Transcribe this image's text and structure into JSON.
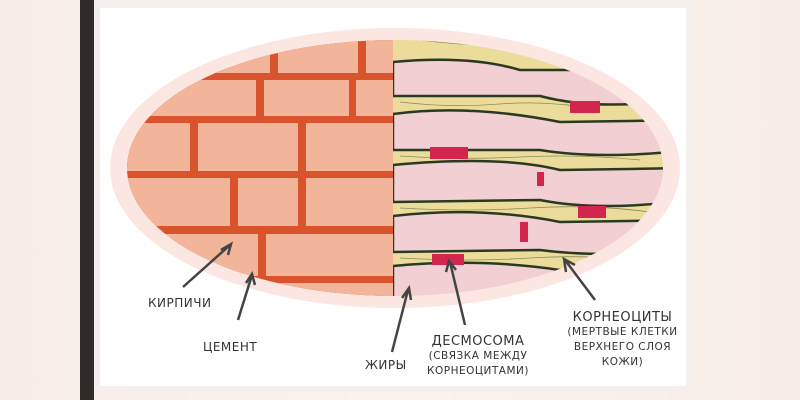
{
  "labels": {
    "bricks": "КИРПИЧИ",
    "cement": "ЦЕМЕНТ",
    "lipids": "ЖИРЫ",
    "desmosome": "ДЕСМОСОМА",
    "desmosome_note": "(СВЯЗКА МЕЖДУ КОРНЕОЦИТАМИ)",
    "corneocytes": "КОРНЕОЦИТЫ",
    "corneocytes_note": "(МЕРТВЫЕ КЛЕТКИ ВЕРХНЕГО СЛОЯ КОЖИ)"
  },
  "colors": {
    "brick": "#f2b59a",
    "mortar": "#d9542c",
    "lipid": "#ecdc9c",
    "cell": "#f1cfd3",
    "desmosome": "#d3264f",
    "halo": "#fbe6e2"
  }
}
